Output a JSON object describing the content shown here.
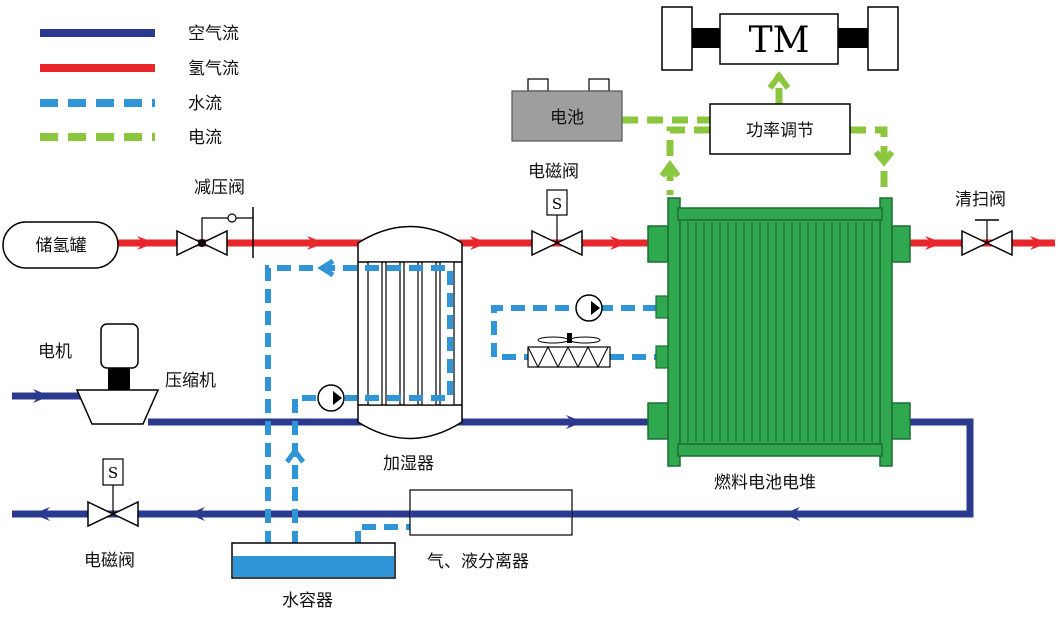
{
  "legend": {
    "air": "空气流",
    "hydrogen": "氢气流",
    "water": "水流",
    "current": "电流"
  },
  "labels": {
    "tm": "TM",
    "battery": "电池",
    "power_regulation": "功率调节",
    "solenoid_valve_top": "电磁阀",
    "purge_valve": "清扫阀",
    "pressure_reducer": "减压阀",
    "hydrogen_tank": "储氢罐",
    "motor": "电机",
    "compressor": "压缩机",
    "humidifier": "加湿器",
    "fuel_cell_stack": "燃料电池电堆",
    "solenoid_valve_bottom": "电磁阀",
    "water_container": "水容器",
    "gas_liquid_separator": "气、液分离器",
    "solenoid_symbol": "S"
  },
  "colors": {
    "air": "#2b3a8e",
    "hydrogen": "#e8262b",
    "water": "#2f95d6",
    "current": "#8cc63f",
    "stack": "#2fa84f",
    "stack_dark": "#1d6e32",
    "battery": "#9e9e9e"
  }
}
